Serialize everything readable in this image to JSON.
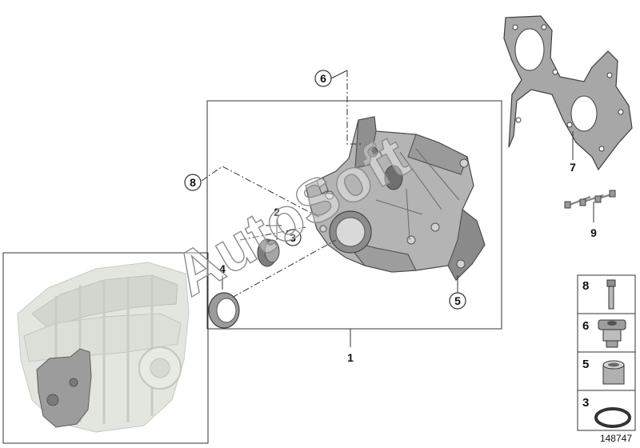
{
  "diagram": {
    "id_number": "148747",
    "watermark": "AutoSoft",
    "callouts": {
      "main_part": "1",
      "part_2": "2",
      "part_3": "3",
      "part_4": "4",
      "part_5": "5",
      "part_6": "6",
      "part_7": "7",
      "part_8": "8",
      "part_9": "9"
    },
    "legend": [
      {
        "number": "8",
        "part": "bolt"
      },
      {
        "number": "6",
        "part": "plug"
      },
      {
        "number": "5",
        "part": "dowel sleeve"
      },
      {
        "number": "3",
        "part": "o-ring"
      }
    ],
    "colors": {
      "line": "#333333",
      "part_metal": "#b5b5b5",
      "part_dark": "#7d7d7d",
      "gasket": "#a9a9a9",
      "engine_ghost": "#d9dcd5",
      "legend_bg": "#eeeeee"
    }
  }
}
